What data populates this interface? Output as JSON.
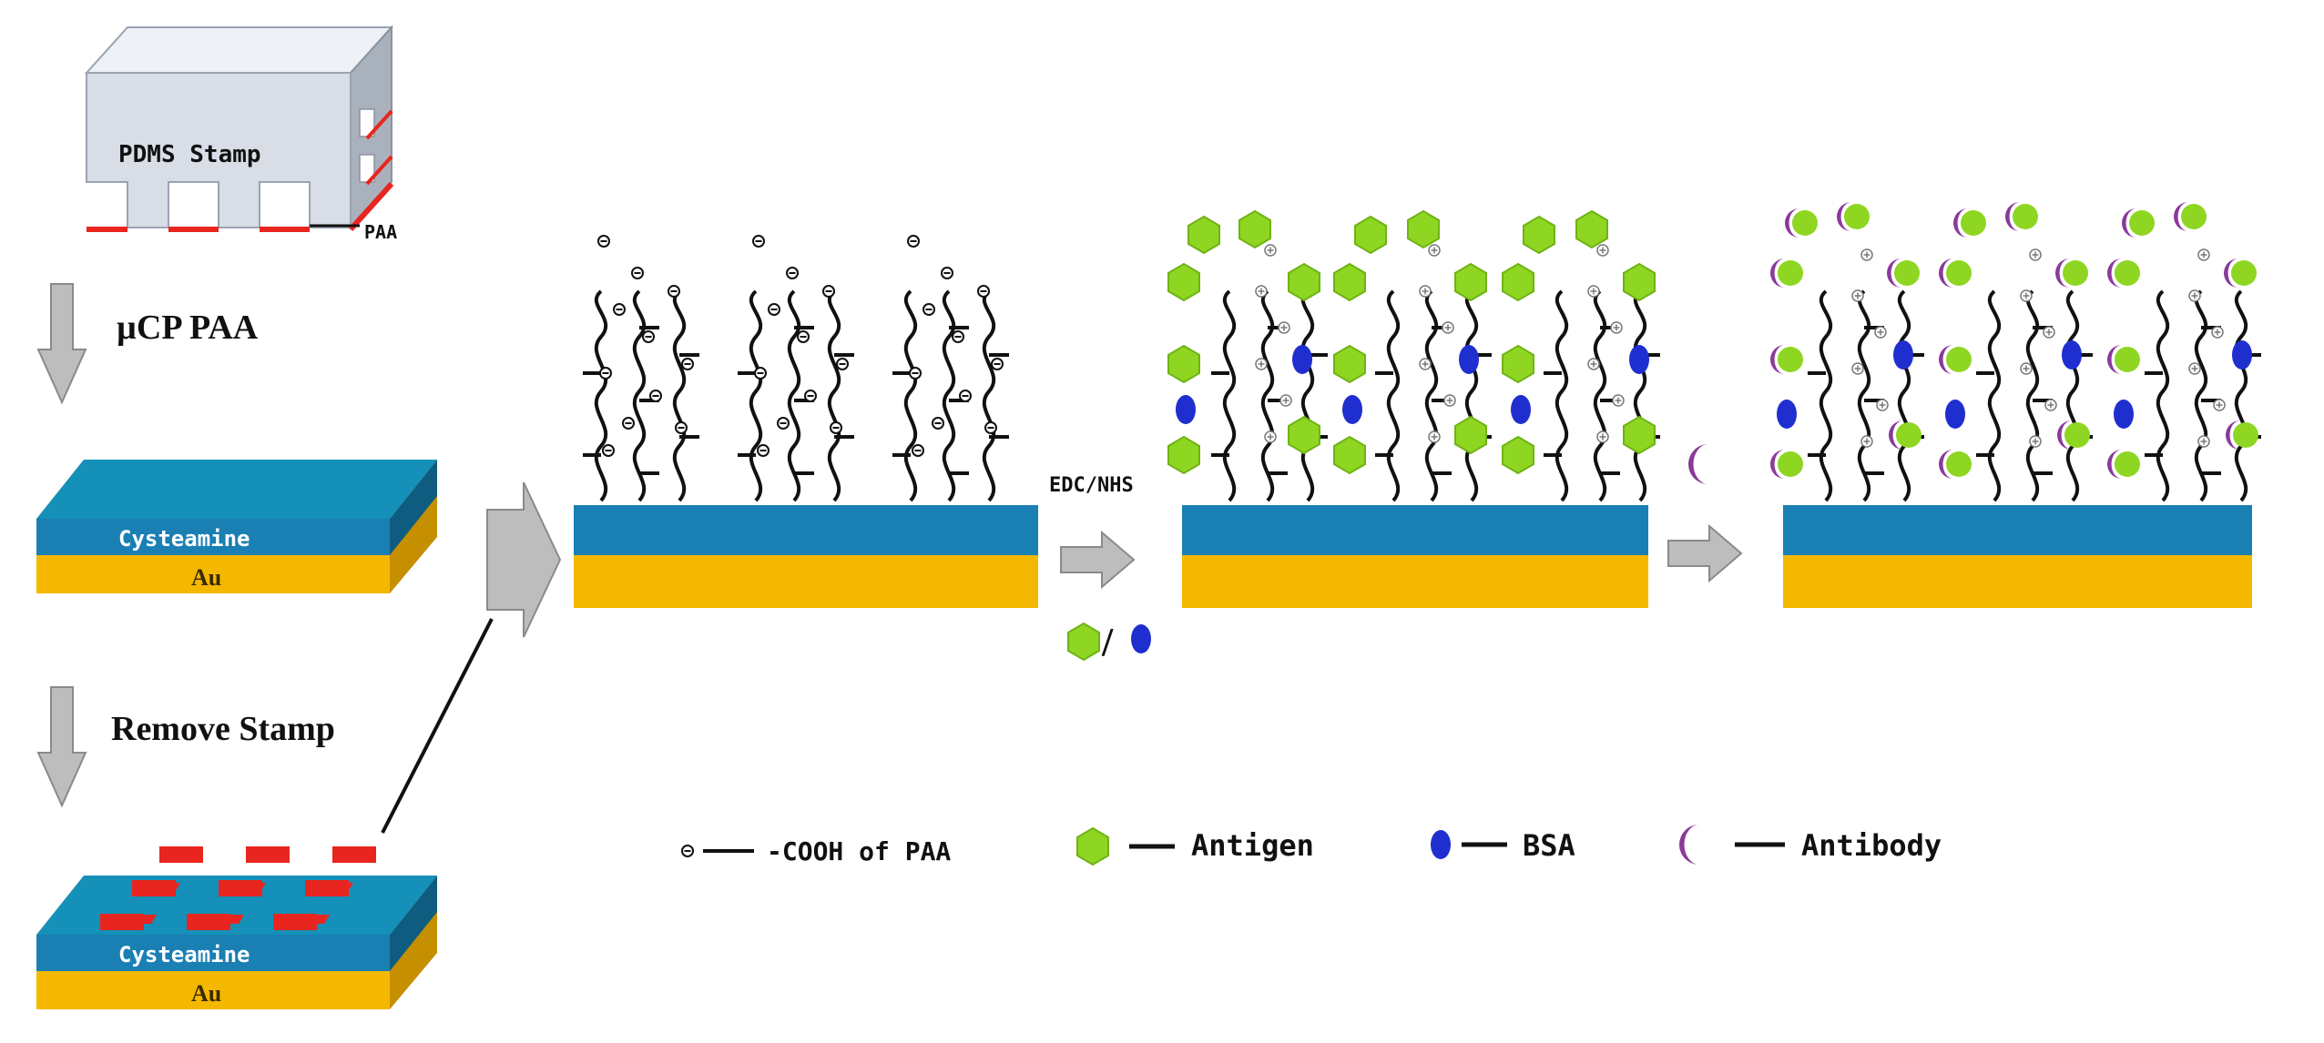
{
  "labels": {
    "pdms_stamp": "PDMS Stamp",
    "paa": "PAA",
    "ucp_paa": "µCP PAA",
    "remove_stamp": "Remove Stamp",
    "cysteamine": "Cysteamine",
    "au": "Au",
    "edc_nhs": "EDC/NHS",
    "slash": "/"
  },
  "legend": {
    "cooh": "-COOH of PAA",
    "antigen": "Antigen",
    "bsa": "BSA",
    "antibody": "Antibody"
  },
  "colors": {
    "cysteamine_blue": "#1a7fb3",
    "au_gold": "#f5b800",
    "paa_red": "#e8251f",
    "antigen_green": "#8ed622",
    "bsa_blue": "#1f2fcf",
    "antibody_purple": "#8a3a9a",
    "arrow_gray": "#bdbdbd",
    "stamp_gray": "#d8dde6"
  },
  "icons": {
    "cooh": "circled-minus-icon",
    "antigen": "green-hexagon-icon",
    "bsa": "blue-oval-icon",
    "antibody": "purple-crescent-icon"
  }
}
